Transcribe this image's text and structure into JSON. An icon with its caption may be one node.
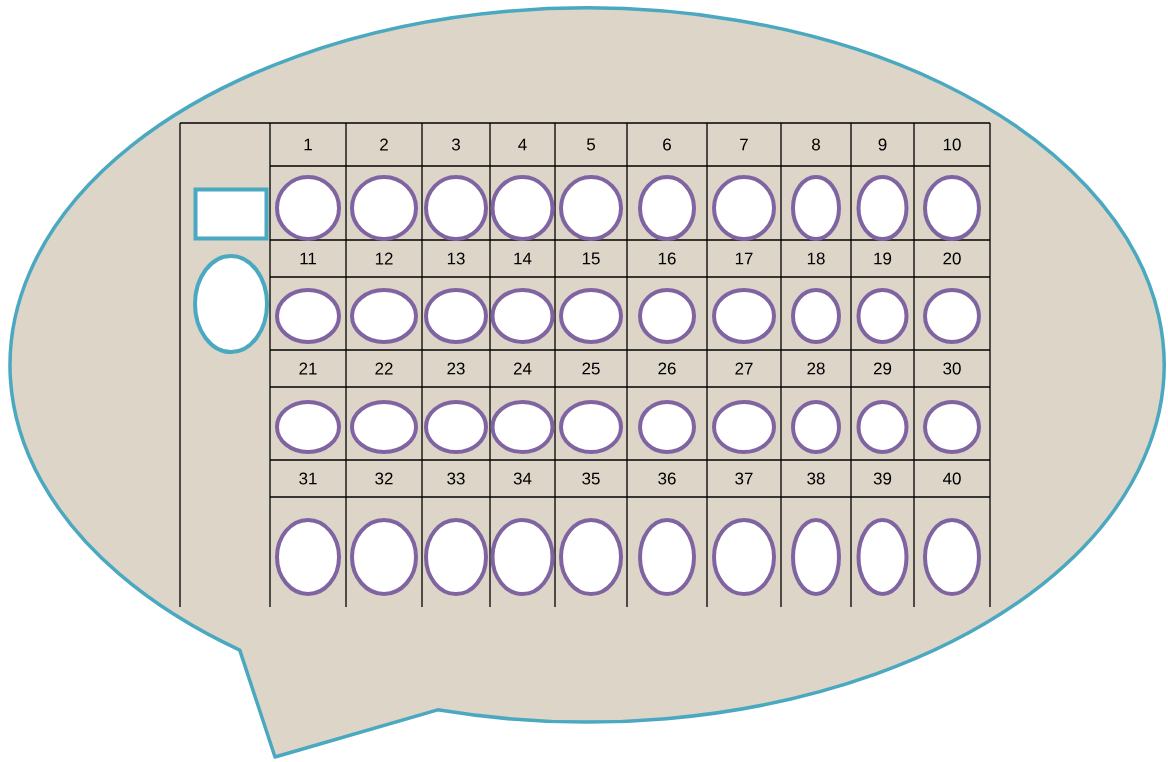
{
  "diagram": {
    "nodes": [
      {
        "text": [],
        "shape": "box"
      },
      {
        "text": [],
        "shape": "ellipse"
      },
      {
        "text": [],
        "shape": "ellipse"
      },
      {
        "text": [],
        "shape": "ellipse"
      },
      {
        "text": [],
        "shape": "ellipse"
      },
      {
        "text": [],
        "shape": "ellipse"
      },
      {
        "text": [],
        "shape": "ellipse"
      },
      {
        "text": [],
        "shape": "ellipse"
      },
      {
        "text": [],
        "shape": "ellipse"
      },
      {
        "text": [],
        "shape": "ellipse"
      },
      {
        "text": [],
        "shape": "ellipse"
      },
      {
        "text": [],
        "shape": "ellipse"
      },
      {
        "text": [],
        "shape": "ellipse"
      },
      {
        "text": [],
        "shape": "ellipse"
      },
      {
        "text": [],
        "shape": "ellipse"
      },
      {
        "text": [],
        "shape": "ellipse"
      },
      {
        "text": [],
        "shape": "ellipse"
      },
      {
        "text": [],
        "shape": "ellipse"
      },
      {
        "text": [],
        "shape": "ellipse"
      },
      {
        "text": [],
        "shape": "ellipse"
      },
      {
        "text": [],
        "shape": "ellipse"
      },
      {
        "text": [],
        "shape": "ellipse"
      },
      {
        "text": [],
        "shape": "ellipse"
      },
      {
        "text": [],
        "shape": "ellipse"
      },
      {
        "text": [],
        "shape": "ellipse"
      },
      {
        "text": [],
        "shape": "ellipse"
      },
      {
        "text": [],
        "shape": "ellipse"
      },
      {
        "text": [],
        "shape": "ellipse"
      },
      {
        "text": [],
        "shape": "ellipse"
      },
      {
        "text": [],
        "shape": "ellipse"
      },
      {
        "text": [],
        "shape": "ellipse"
      },
      {
        "text": [],
        "shape": "ellipse"
      },
      {
        "text": [],
        "shape": "ellipse"
      },
      {
        "text": [],
        "shape": "ellipse"
      },
      {
        "text": [],
        "shape": "ellipse"
      },
      {
        "text": [],
        "shape": "ellipse"
      },
      {
        "text": [],
        "shape": "ellipse"
      },
      {
        "text": [],
        "shape": "ellipse"
      },
      {
        "text": [],
        "shape": "ellipse"
      },
      {
        "text": [],
        "shape": "ellipse"
      },
      {
        "text": [],
        "shape": "ellipse"
      },
      {
        "text": [],
        "shape": "ellipse"
      }
    ],
    "labels": [
      "1",
      "2",
      "3",
      "4",
      "5",
      "6",
      "7",
      "8",
      "9",
      "10",
      "11",
      "12",
      "13",
      "14",
      "15",
      "16",
      "17",
      "18",
      "19",
      "20",
      "21",
      "22",
      "23",
      "24",
      "25",
      "26",
      "27",
      "28",
      "29",
      "30",
      "31",
      "32",
      "33",
      "34",
      "35",
      "36",
      "37",
      "38",
      "39",
      "40"
    ]
  }
}
